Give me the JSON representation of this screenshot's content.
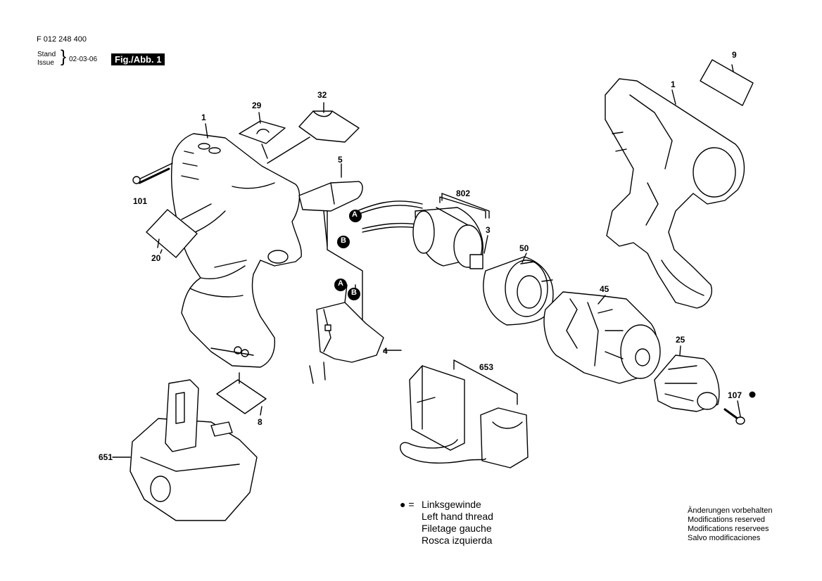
{
  "header": {
    "doc_number": "F 012 248 400",
    "stand_label": "Stand",
    "issue_label": "Issue",
    "date": "02-03-06",
    "figure_label": "Fig./Abb. 1"
  },
  "parts": [
    {
      "id": "p1a",
      "num": "1"
    },
    {
      "id": "p29",
      "num": "29"
    },
    {
      "id": "p32",
      "num": "32"
    },
    {
      "id": "p5",
      "num": "5"
    },
    {
      "id": "p101",
      "num": "101"
    },
    {
      "id": "p20",
      "num": "20"
    },
    {
      "id": "p802",
      "num": "802"
    },
    {
      "id": "p3",
      "num": "3"
    },
    {
      "id": "p50",
      "num": "50"
    },
    {
      "id": "p45",
      "num": "45"
    },
    {
      "id": "p4",
      "num": "4"
    },
    {
      "id": "p653",
      "num": "653"
    },
    {
      "id": "p25",
      "num": "25"
    },
    {
      "id": "p107",
      "num": "107"
    },
    {
      "id": "p8",
      "num": "8"
    },
    {
      "id": "p651",
      "num": "651"
    },
    {
      "id": "p9",
      "num": "9"
    },
    {
      "id": "p1b",
      "num": "1"
    }
  ],
  "connectors": {
    "a": "A",
    "b": "B"
  },
  "legend": {
    "symbol": "● =",
    "lines": [
      "Linksgewinde",
      "Left hand thread",
      "Filetage gauche",
      "Rosca izquierda"
    ]
  },
  "notes": [
    "Änderungen vorbehalten",
    "Modifications reserved",
    "Modifications reservees",
    "Salvo modificaciones"
  ]
}
